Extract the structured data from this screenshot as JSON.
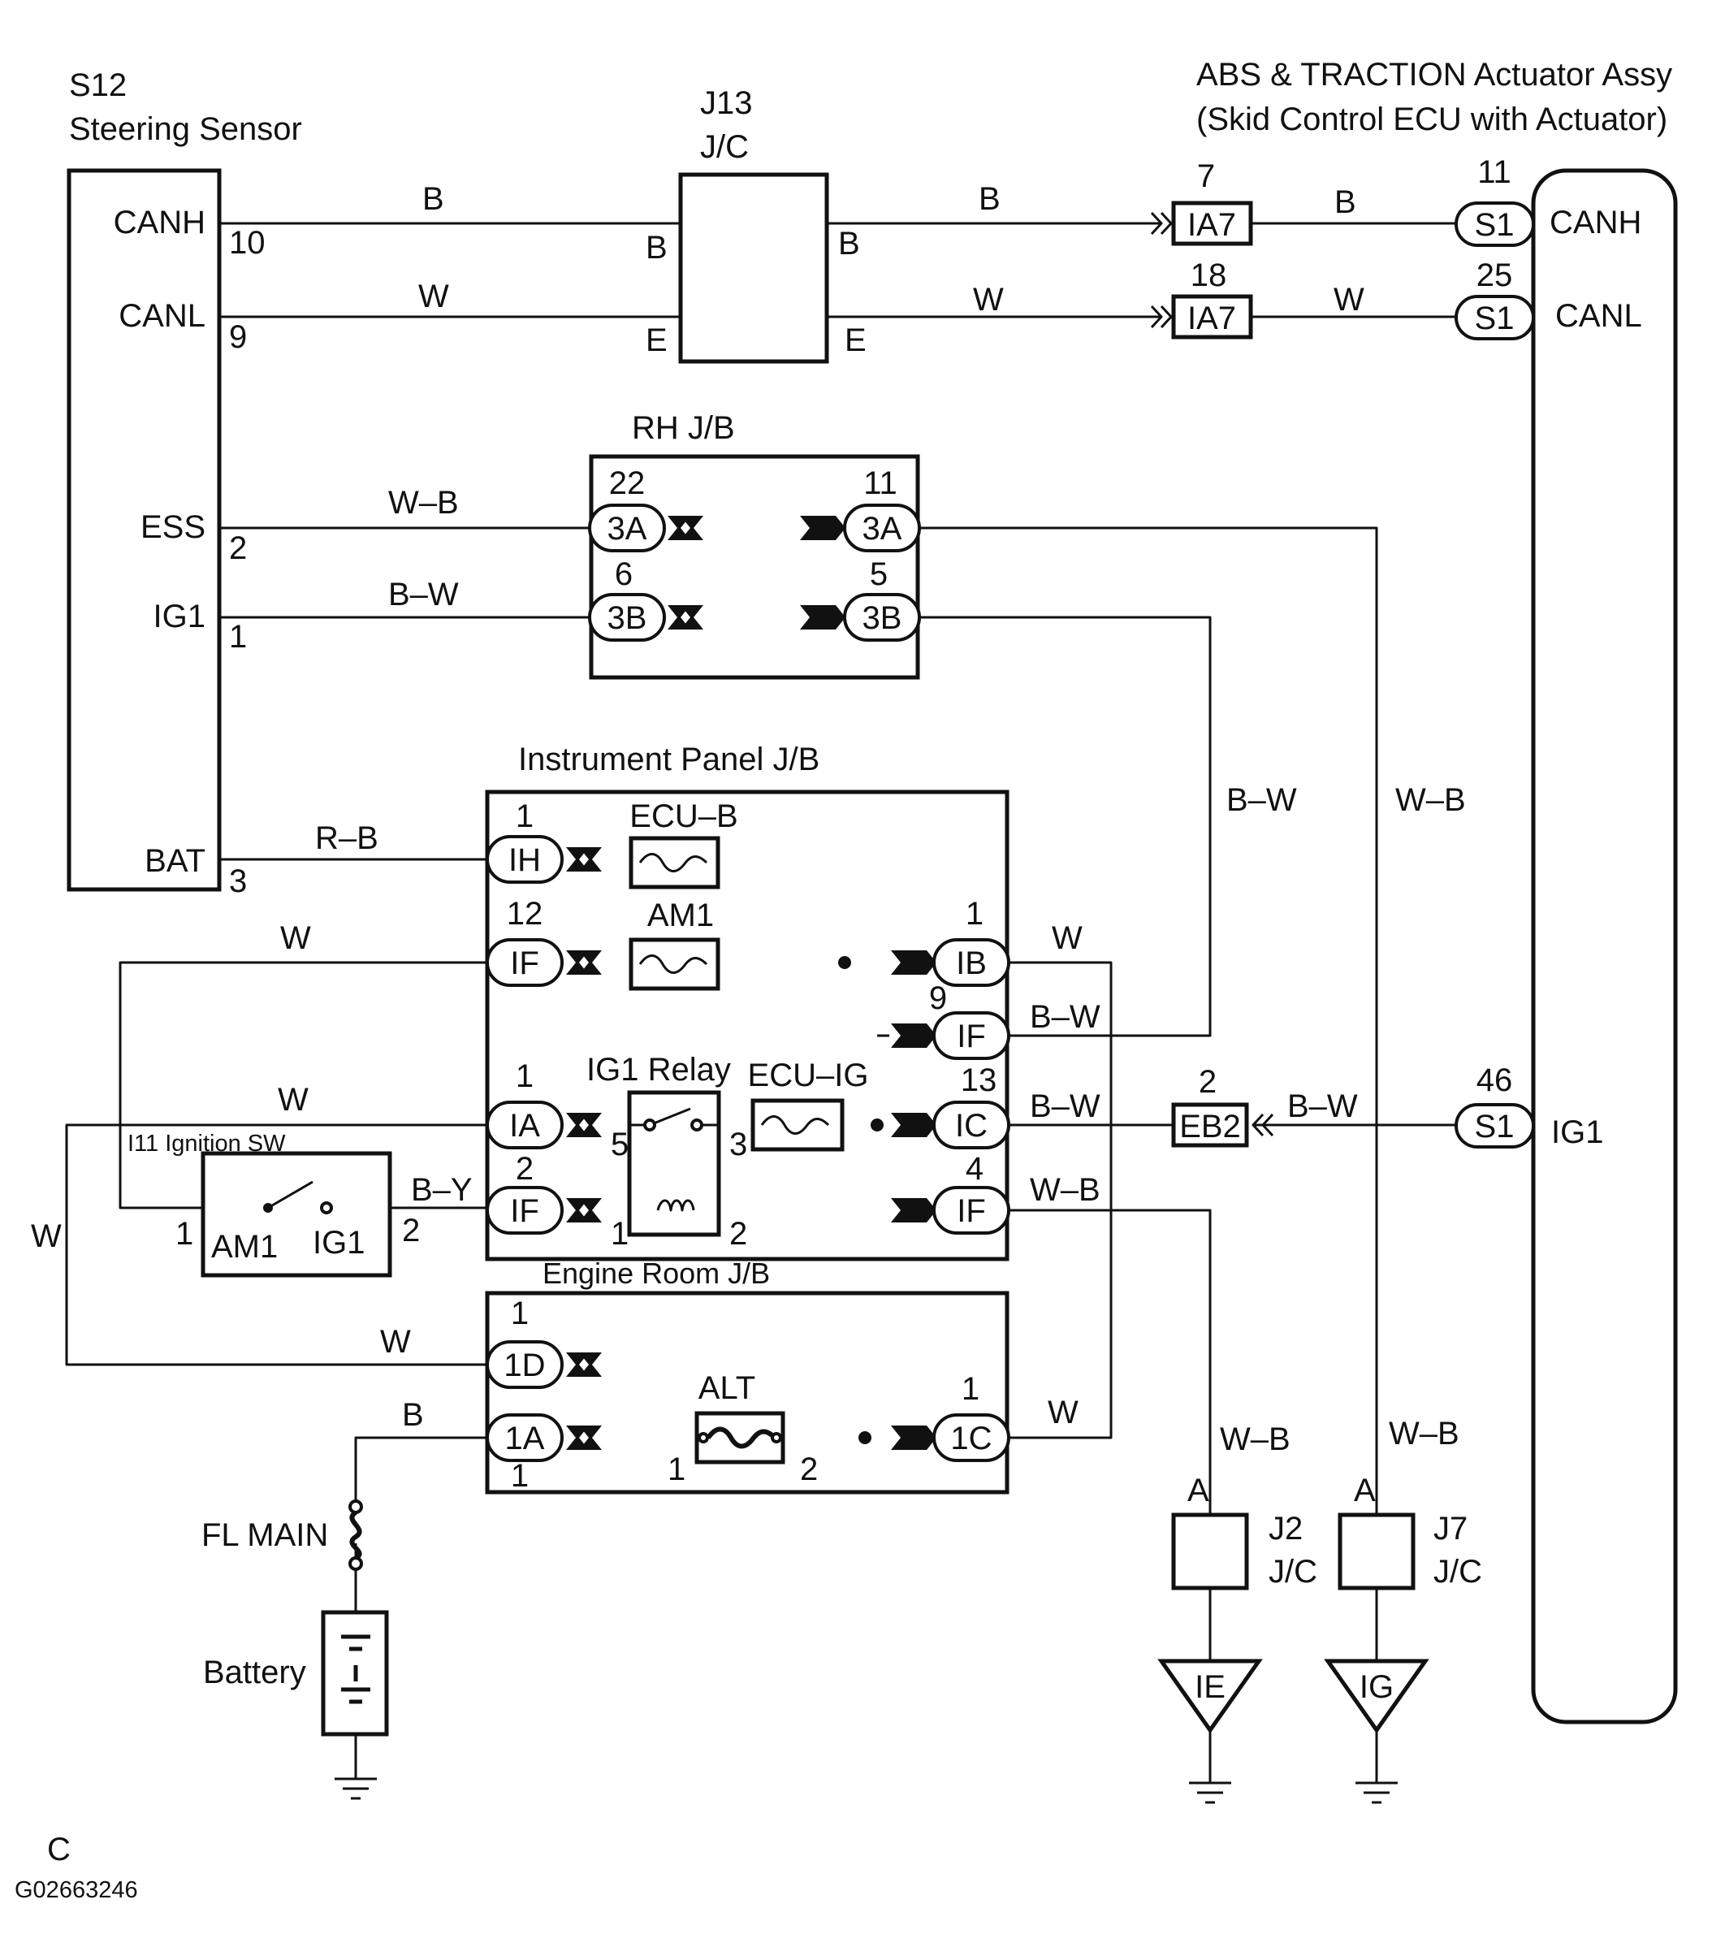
{
  "steering_sensor": {
    "code": "S12",
    "name": "Steering Sensor",
    "pins": [
      {
        "label": "CANH",
        "num": "10"
      },
      {
        "label": "CANL",
        "num": "9"
      },
      {
        "label": "ESS",
        "num": "2"
      },
      {
        "label": "IG1",
        "num": "1"
      },
      {
        "label": "BAT",
        "num": "3"
      }
    ]
  },
  "j13": {
    "code": "J13",
    "name": "J/C",
    "left": [
      "B",
      "E"
    ],
    "right": [
      "B",
      "E"
    ]
  },
  "actuator": {
    "title_line1": "ABS & TRACTION Actuator Assy",
    "title_line2": "(Skid Control ECU with Actuator)",
    "pins": [
      {
        "label": "CANH",
        "connector": "S1",
        "num": "11"
      },
      {
        "label": "CANL",
        "connector": "S1",
        "num": "25"
      },
      {
        "label": "IG1",
        "connector": "S1",
        "num": "46"
      }
    ]
  },
  "ia7": [
    {
      "label": "IA7",
      "num": "7"
    },
    {
      "label": "IA7",
      "num": "18"
    }
  ],
  "rh_jb": {
    "title": "RH J/B",
    "connectors": [
      {
        "label": "3A",
        "num": "22"
      },
      {
        "label": "3A",
        "num": "11"
      },
      {
        "label": "3B",
        "num": "6"
      },
      {
        "label": "3B",
        "num": "5"
      }
    ]
  },
  "ip_jb": {
    "title": "Instrument Panel J/B",
    "fuses": [
      "ECU–B",
      "AM1",
      "ECU–IG"
    ],
    "relay": "IG1 Relay",
    "relay_pins": [
      "5",
      "3",
      "1",
      "2"
    ],
    "left_connectors": [
      {
        "label": "IH",
        "num": "1"
      },
      {
        "label": "IF",
        "num": "12"
      },
      {
        "label": "IA",
        "num": "1"
      },
      {
        "label": "IF",
        "num": "2"
      }
    ],
    "right_connectors": [
      {
        "label": "IB",
        "num": "1"
      },
      {
        "label": "IF",
        "num": "9"
      },
      {
        "label": "IC",
        "num": "13"
      },
      {
        "label": "IF",
        "num": "4"
      }
    ]
  },
  "ignition_sw": {
    "title": "I11 Ignition SW",
    "left": "AM1",
    "right": "IG1",
    "pin_left": "1",
    "pin_right": "2"
  },
  "engine_room_jb": {
    "title": "Engine Room J/B",
    "fuse": "ALT",
    "fuse_pins": [
      "1",
      "2"
    ],
    "connectors": [
      {
        "label": "1D",
        "num": "1"
      },
      {
        "label": "1A",
        "num": "1"
      },
      {
        "label": "1C",
        "num": "1"
      }
    ]
  },
  "eb2": {
    "label": "EB2",
    "num": "2"
  },
  "fl_main": "FL MAIN",
  "battery": "Battery",
  "ground_jcs": [
    {
      "code": "J2",
      "name": "J/C",
      "pin": "A",
      "ground": "IE"
    },
    {
      "code": "J7",
      "name": "J/C",
      "pin": "A",
      "ground": "IG"
    }
  ],
  "wire_colors": {
    "canh": "B",
    "canl": "W",
    "ess": "W–B",
    "ig1": "B–W",
    "bat": "R–B",
    "am1_feed": "W",
    "ia_feed": "W",
    "ign_out": "B–Y",
    "ib_out": "W",
    "if9_out": "B–W",
    "ic_out": "B–W",
    "if4_out": "W–B",
    "d1_feed": "W",
    "batt_feed": "B",
    "c1_out": "W",
    "vertical_bw": "B–W",
    "vertical_wb": "W–B",
    "left_w": "W",
    "ground_j2": "W–B",
    "ground_j7": "W–B",
    "eb2_s1": "B–W"
  },
  "footer": {
    "letter": "C",
    "code": "G02663246"
  }
}
